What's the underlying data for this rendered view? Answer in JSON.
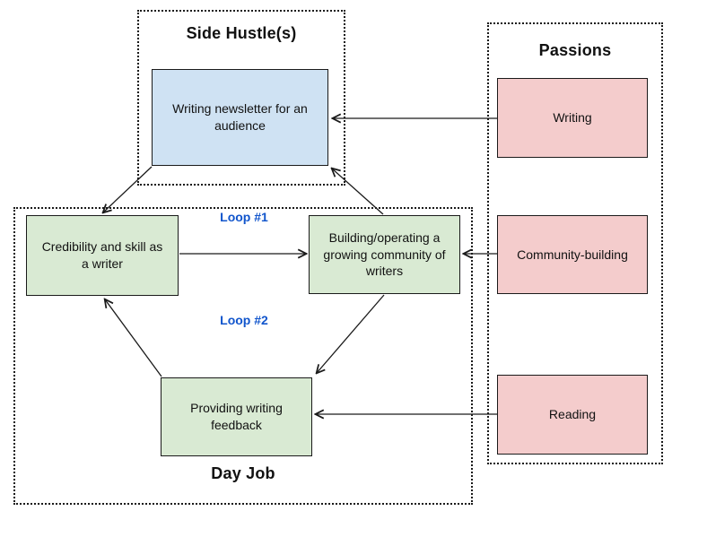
{
  "diagram": {
    "groups": {
      "side_hustle": {
        "title": "Side Hustle(s)"
      },
      "passions": {
        "title": "Passions"
      },
      "day_job": {
        "title": "Day Job"
      }
    },
    "nodes": {
      "newsletter": {
        "label": "Writing newsletter for an audience",
        "fill": "#cfe2f3"
      },
      "credibility": {
        "label": "Credibility and skill as a writer",
        "fill": "#d9ead3"
      },
      "community": {
        "label": "Building/operating a growing community of writers",
        "fill": "#d9ead3"
      },
      "feedback": {
        "label": "Providing writing feedback",
        "fill": "#d9ead3"
      },
      "writing": {
        "label": "Writing",
        "fill": "#f4cccc"
      },
      "community_building": {
        "label": "Community-building",
        "fill": "#f4cccc"
      },
      "reading": {
        "label": "Reading",
        "fill": "#f4cccc"
      }
    },
    "loop_labels": {
      "loop1": "Loop #1",
      "loop2": "Loop #2"
    },
    "edges": [
      {
        "from": "writing",
        "to": "newsletter"
      },
      {
        "from": "community_building",
        "to": "community"
      },
      {
        "from": "reading",
        "to": "feedback"
      },
      {
        "from": "newsletter",
        "to": "credibility"
      },
      {
        "from": "community",
        "to": "newsletter"
      },
      {
        "from": "credibility",
        "to": "community"
      },
      {
        "from": "community",
        "to": "feedback"
      },
      {
        "from": "feedback",
        "to": "credibility"
      }
    ],
    "colors": {
      "loop_label": "#1155cc",
      "border": "#1a1a1a",
      "arrow": "#1a1a1a",
      "background": "#ffffff"
    }
  }
}
